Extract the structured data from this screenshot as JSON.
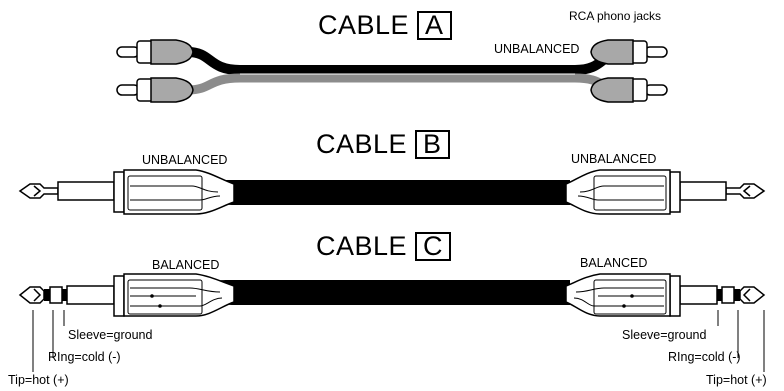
{
  "cable_a": {
    "word": "CABLE",
    "letter": "A",
    "connector_label": "RCA phono jacks",
    "type_label": "UNBALANCED"
  },
  "cable_b": {
    "word": "CABLE",
    "letter": "B",
    "left_label": "UNBALANCED",
    "right_label": "UNBALANCED"
  },
  "cable_c": {
    "word": "CABLE",
    "letter": "C",
    "left_label": "BALANCED",
    "right_label": "BALANCED",
    "sleeve_label": "Sleeve=ground",
    "ring_label": "RIng=cold (-)",
    "tip_label": "Tip=hot (+)"
  }
}
